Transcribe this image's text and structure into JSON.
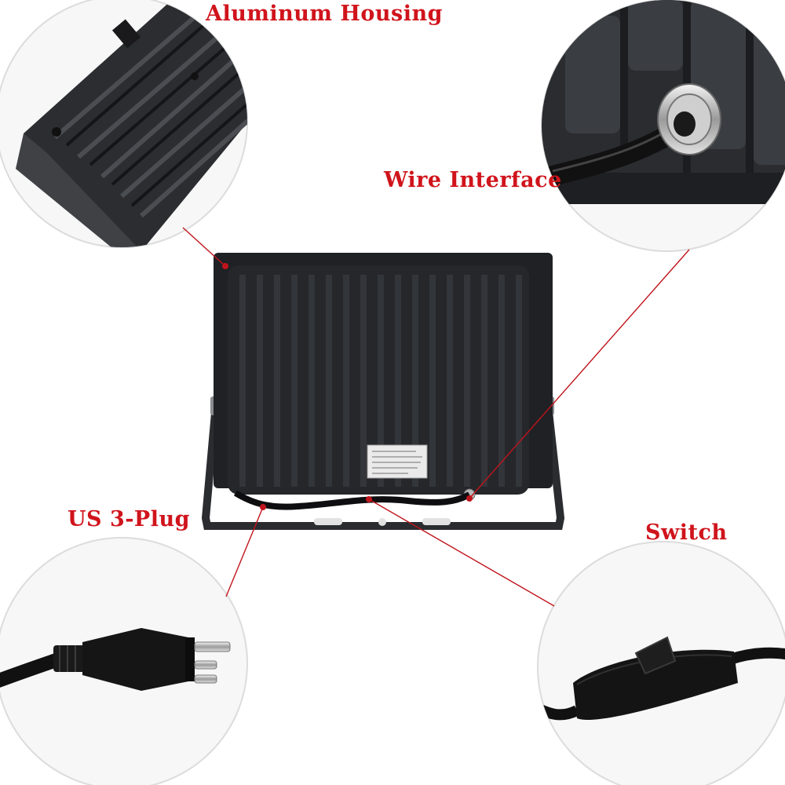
{
  "callouts": {
    "housing": "Aluminum Housing",
    "wire": "Wire Interface",
    "plug": "US 3-Plug",
    "switch": "Switch"
  },
  "colors": {
    "callout_text": "#d0141c",
    "leader_line": "#c0141c",
    "fixture_body": "#232528",
    "circle_outline": "#d9d9d9"
  },
  "icons": {
    "housing": "heat-sink-fins",
    "wire": "cable-gland",
    "plug": "us-three-prong-plug",
    "switch": "inline-rocker-switch"
  }
}
